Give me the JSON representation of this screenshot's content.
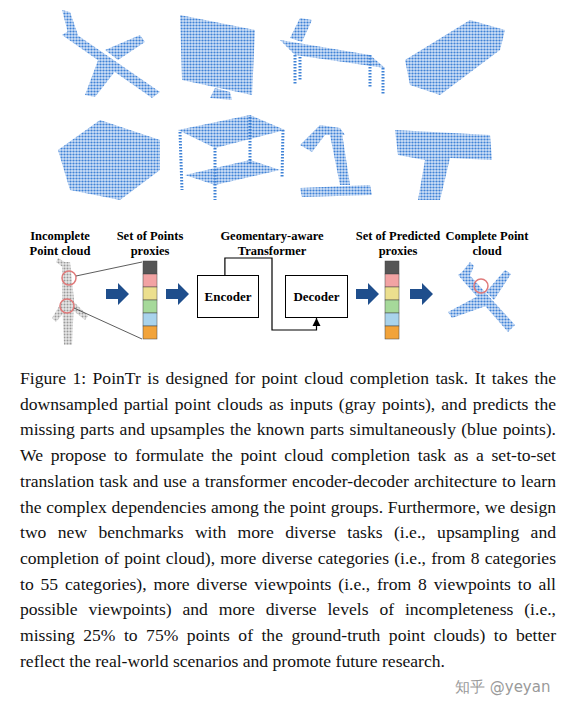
{
  "diagram": {
    "caption": "Figure 1: PoinTr is designed for point cloud completion task. It takes the downsampled partial point clouds as inputs (gray points), and predicts the missing parts and upsamples the known parts simultaneously (blue points). We propose to formulate the point cloud completion task as a set-to-set translation task and use a transformer encoder-decoder architecture to learn the complex dependencies among the point groups. Furthermore, we design two new benchmarks with more diverse tasks (i.e., upsampling and completion of point cloud), more diverse categories (i.e., from 8 categories to 55 categories), more diverse viewpoints (i.e., from 8 viewpoints to all possible viewpoints) and more diverse levels of incompleteness (i.e., missing 25% to 75% points of the ground-truth point clouds) to better reflect the real-world scenarios and promote future research.",
    "nodes": [
      {
        "text": [
          "Encoder"
        ]
      },
      {
        "text": [
          "Decoder"
        ]
      }
    ],
    "edges": [
      {
        "from": 0,
        "to": 1,
        "arrow": "to"
      }
    ],
    "labels": [
      "Incomplete Point cloud",
      "Set of Points proxies",
      "Geomentary-aware Transformer",
      "Set of Predicted proxies",
      "Complete Point cloud",
      "知乎 @yeyan"
    ]
  }
}
